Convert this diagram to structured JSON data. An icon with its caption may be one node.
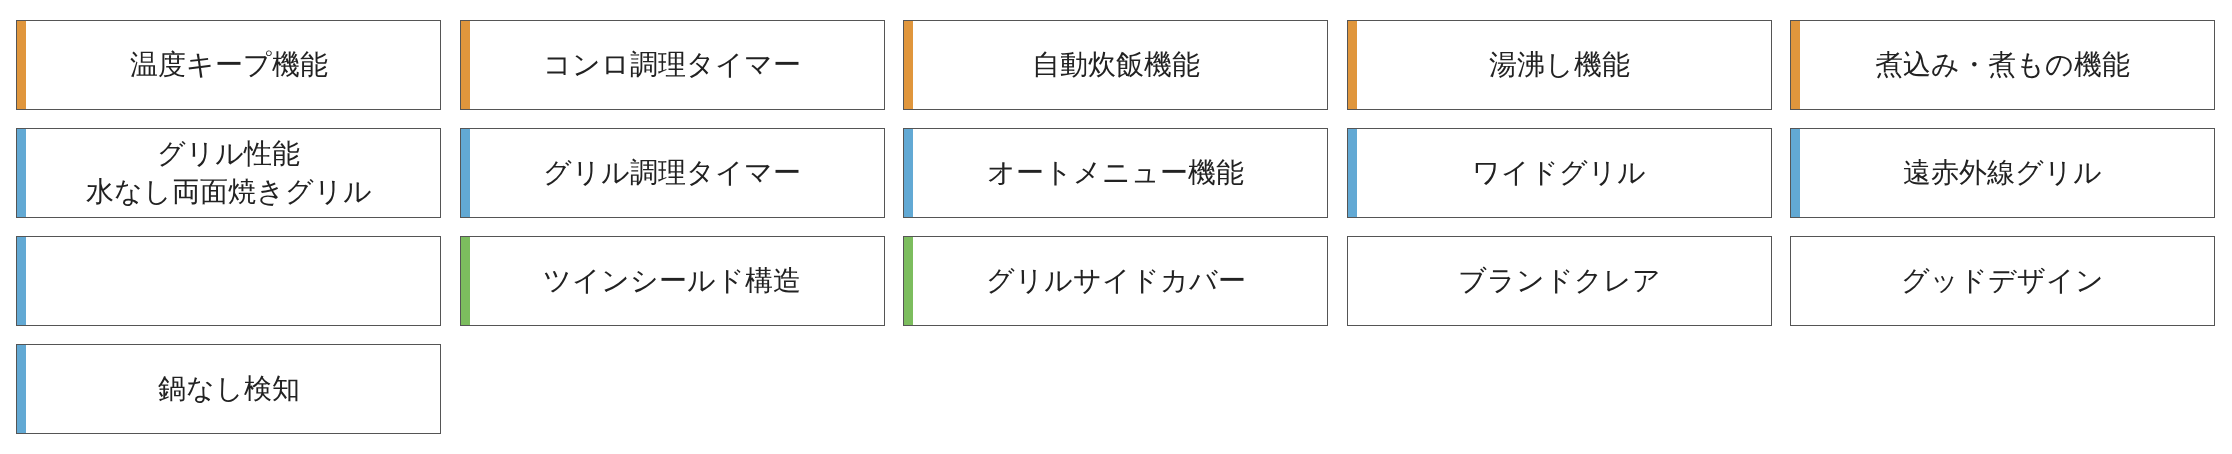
{
  "diagram": {
    "nodes": [
      {
        "text": [
          "温度キープ機能"
        ]
      },
      {
        "text": [
          "コンロ調理タイマー"
        ]
      },
      {
        "text": [
          "自動炊飯機能"
        ]
      },
      {
        "text": [
          "湯沸し機能"
        ]
      },
      {
        "text": [
          "煮込み・煮もの機能"
        ]
      },
      {
        "text": [
          "グリル性能",
          "水なし両面焼きグリル"
        ]
      },
      {
        "text": [
          "グリル調理タイマー"
        ]
      },
      {
        "text": [
          "オートメニュー機能"
        ]
      },
      {
        "text": [
          "ワイドグリル"
        ]
      },
      {
        "text": [
          "遠赤外線グリル"
        ]
      },
      {
        "text": [],
        "shape": "box"
      },
      {
        "text": [
          "ツインシールド構造"
        ]
      },
      {
        "text": [
          "グリルサイドカバー"
        ]
      },
      {
        "text": [
          "ブランドクレア"
        ]
      },
      {
        "text": [
          "グッドデザイン"
        ]
      },
      {
        "text": [
          "鍋なし検知"
        ]
      }
    ]
  }
}
